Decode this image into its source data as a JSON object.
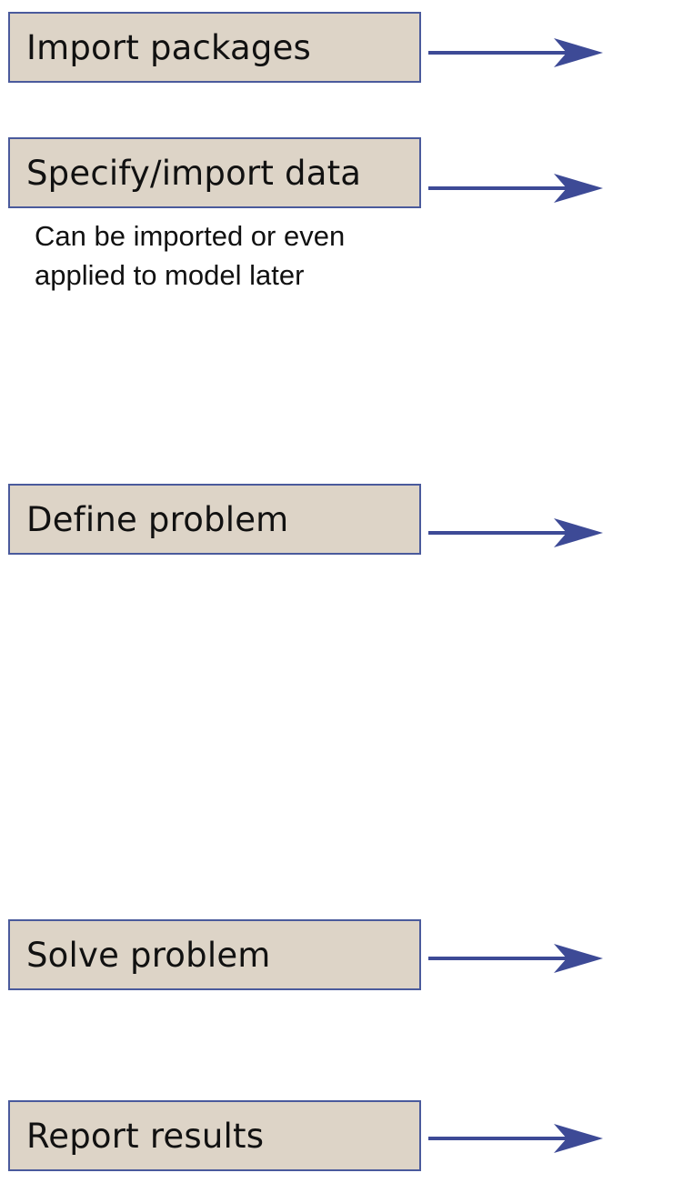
{
  "steps": [
    {
      "id": "import-packages",
      "label": "Import packages"
    },
    {
      "id": "specify-import-data",
      "label": "Specify/import data"
    },
    {
      "id": "define-problem",
      "label": "Define problem"
    },
    {
      "id": "solve-problem",
      "label": "Solve problem"
    },
    {
      "id": "report-results",
      "label": "Report results"
    }
  ],
  "note": {
    "line1": "Can be imported or even",
    "line2": "applied to model later"
  },
  "colors": {
    "box_fill": "#ddd4c7",
    "box_border": "#4a5a9c",
    "arrow": "#3d4a96"
  }
}
